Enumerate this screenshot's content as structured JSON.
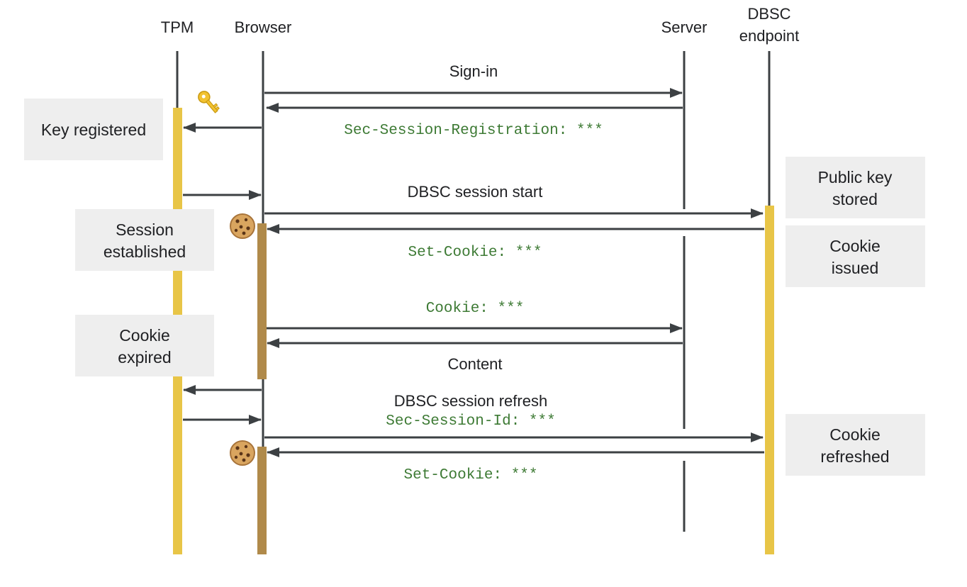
{
  "participants": {
    "tpm": "TPM",
    "browser": "Browser",
    "server": "Server",
    "dbsc_line1": "DBSC",
    "dbsc_line2": "endpoint"
  },
  "messages": {
    "signin": "Sign-in",
    "registration_header": "Sec-Session-Registration: ***",
    "session_start": "DBSC session start",
    "set_cookie_1": "Set-Cookie: ***",
    "cookie_request": "Cookie: ***",
    "content": "Content",
    "session_refresh": "DBSC session refresh",
    "session_id_header": "Sec-Session-Id: ***",
    "set_cookie_2": "Set-Cookie: ***"
  },
  "notes": {
    "key_registered": "Key registered",
    "session_established_1": "Session",
    "session_established_2": "established",
    "cookie_expired_1": "Cookie",
    "cookie_expired_2": "expired",
    "public_key_1": "Public key",
    "public_key_2": "stored",
    "cookie_issued_1": "Cookie",
    "cookie_issued_2": "issued",
    "cookie_refreshed_1": "Cookie",
    "cookie_refreshed_2": "refreshed"
  },
  "icons": {
    "key": "key-icon",
    "cookie": "cookie-icon"
  },
  "colors": {
    "tpm_activation": "#e8c547",
    "browser_activation": "#b08a4a",
    "dbsc_activation": "#e8c547",
    "code_text": "#3d7a34",
    "note_bg": "#eeeeee",
    "arrow": "#3c4043"
  }
}
